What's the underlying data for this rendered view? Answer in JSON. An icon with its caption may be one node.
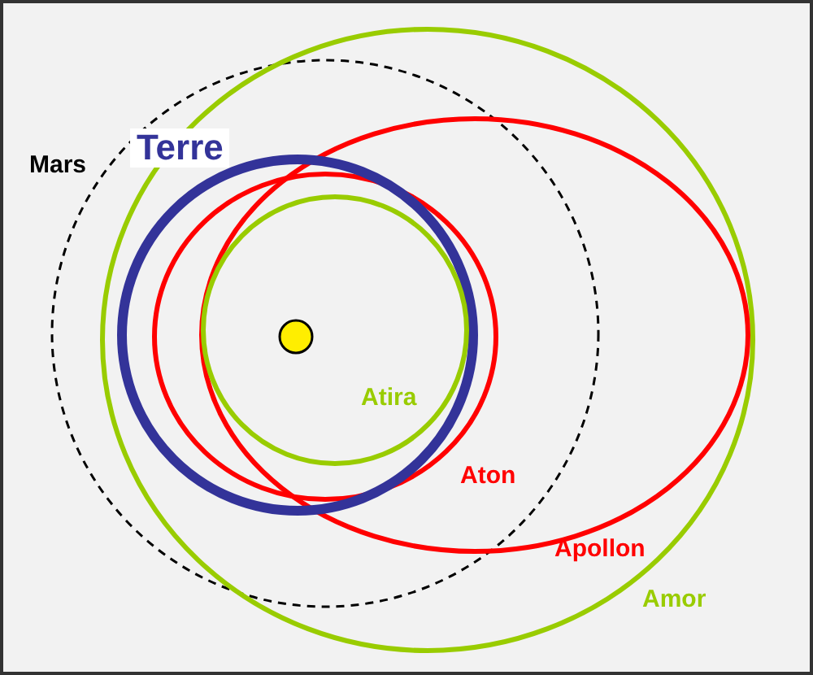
{
  "diagram": {
    "labels": [
      "Mars",
      "Terre",
      "Atira",
      "Aton",
      "Apollon",
      "Amor"
    ]
  }
}
